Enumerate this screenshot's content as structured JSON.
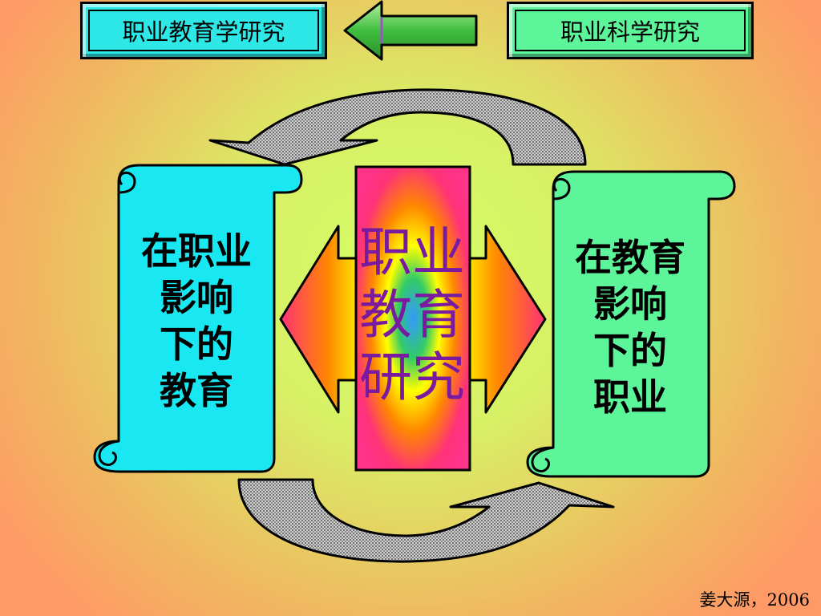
{
  "top": {
    "left_title": "职业教育学研究",
    "right_title": "职业科学研究"
  },
  "left_scroll": {
    "lines": [
      "在职业",
      "影响",
      "下的",
      "教育"
    ]
  },
  "right_scroll": {
    "lines": [
      "在教育",
      "影响",
      "下的",
      "职业"
    ]
  },
  "center": {
    "lines": [
      "职业",
      "教育",
      "研究"
    ]
  },
  "author": "姜大源，2006"
}
